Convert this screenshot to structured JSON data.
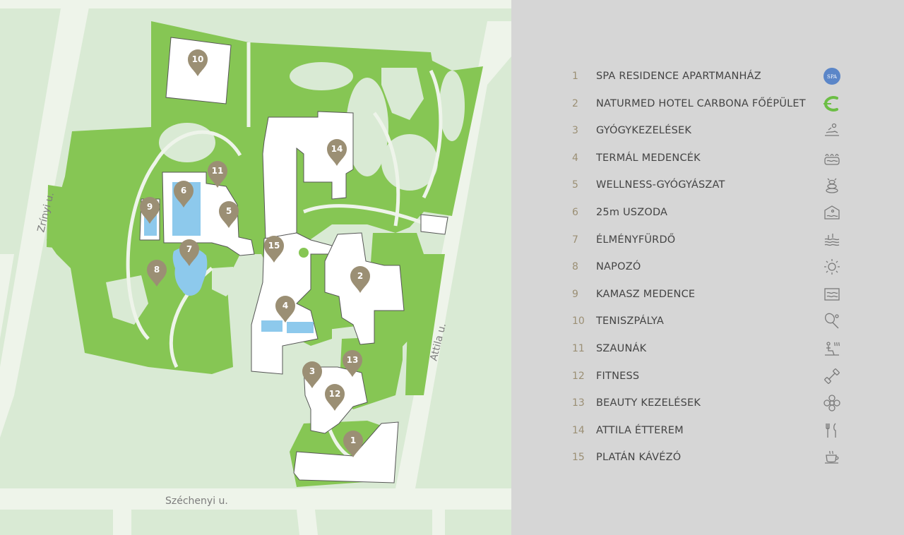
{
  "colors": {
    "map_background": "#d9ead4",
    "green_area": "#86c654",
    "road": "#eef4ea",
    "building": "#ffffff",
    "pool": "#8dc9ec",
    "pin": "#9b8f74",
    "legend_background": "#d6d6d6",
    "legend_text": "#444444",
    "legend_number": "#9b8f74"
  },
  "streets": {
    "zrinyi": "Zrínyi u.",
    "attila": "Attila u.",
    "szechenyi": "Széchenyi u."
  },
  "pins": [
    {
      "num": "1"
    },
    {
      "num": "2"
    },
    {
      "num": "3"
    },
    {
      "num": "4"
    },
    {
      "num": "5"
    },
    {
      "num": "6"
    },
    {
      "num": "7"
    },
    {
      "num": "8"
    },
    {
      "num": "9"
    },
    {
      "num": "10"
    },
    {
      "num": "11"
    },
    {
      "num": "12"
    },
    {
      "num": "13"
    },
    {
      "num": "14"
    },
    {
      "num": "15"
    }
  ],
  "legend": [
    {
      "num": "1",
      "label": "SPA RESIDENCE APARTMANHÁZ",
      "icon": "spa-logo-icon",
      "icon_text": "SPA"
    },
    {
      "num": "2",
      "label": "NATURMED HOTEL CARBONA FŐÉPÜLET",
      "icon": "carbona-logo-icon"
    },
    {
      "num": "3",
      "label": "GYÓGYKEZELÉSEK",
      "icon": "massage-icon"
    },
    {
      "num": "4",
      "label": "TERMÁL MEDENCÉK",
      "icon": "thermal-pool-icon"
    },
    {
      "num": "5",
      "label": "WELLNESS-GYÓGYÁSZAT",
      "icon": "wellness-stones-icon"
    },
    {
      "num": "6",
      "label": "25m USZODA",
      "icon": "indoor-pool-icon"
    },
    {
      "num": "7",
      "label": "ÉLMÉNYFÜRDŐ",
      "icon": "adventure-bath-icon"
    },
    {
      "num": "8",
      "label": "NAPOZÓ",
      "icon": "sun-icon"
    },
    {
      "num": "9",
      "label": "KAMASZ MEDENCE",
      "icon": "teen-pool-icon"
    },
    {
      "num": "10",
      "label": "TENISZPÁLYA",
      "icon": "tennis-racket-icon"
    },
    {
      "num": "11",
      "label": "SZAUNÁK",
      "icon": "sauna-icon"
    },
    {
      "num": "12",
      "label": "FITNESS",
      "icon": "dumbbell-icon"
    },
    {
      "num": "13",
      "label": "BEAUTY KEZELÉSEK",
      "icon": "flower-icon"
    },
    {
      "num": "14",
      "label": "ATTILA ÉTTEREM",
      "icon": "fork-knife-icon"
    },
    {
      "num": "15",
      "label": "PLATÁN KÁVÉZÓ",
      "icon": "coffee-cup-icon"
    }
  ]
}
